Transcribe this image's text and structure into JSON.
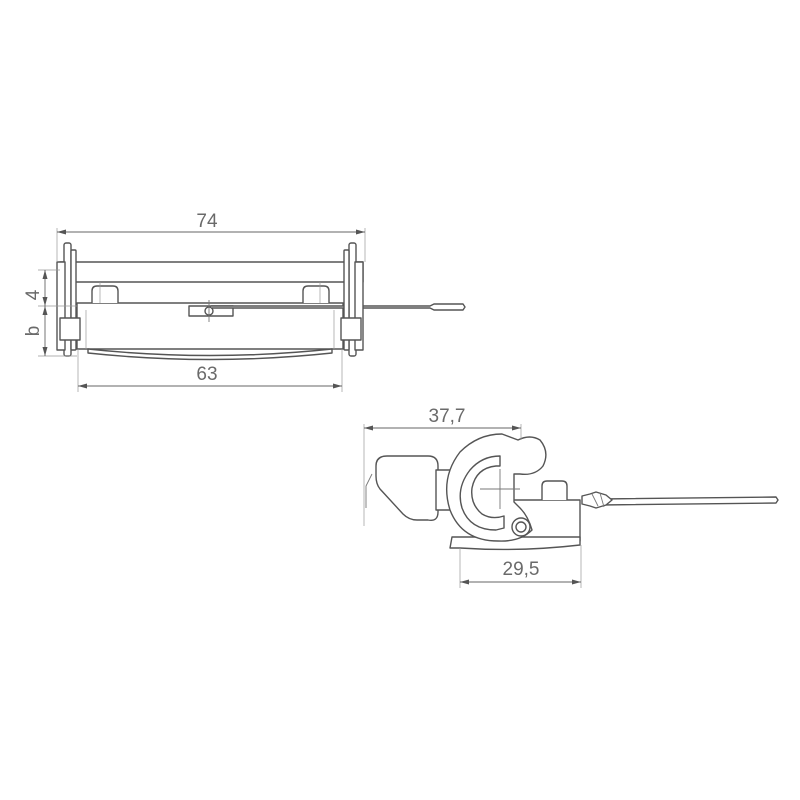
{
  "dimensions": {
    "top_view_overall_width": "74",
    "top_view_inner_width": "63",
    "top_view_height_upper": "4",
    "top_view_height_lower": "b",
    "side_view_overall_width": "37,7",
    "side_view_base_width": "29,5"
  }
}
